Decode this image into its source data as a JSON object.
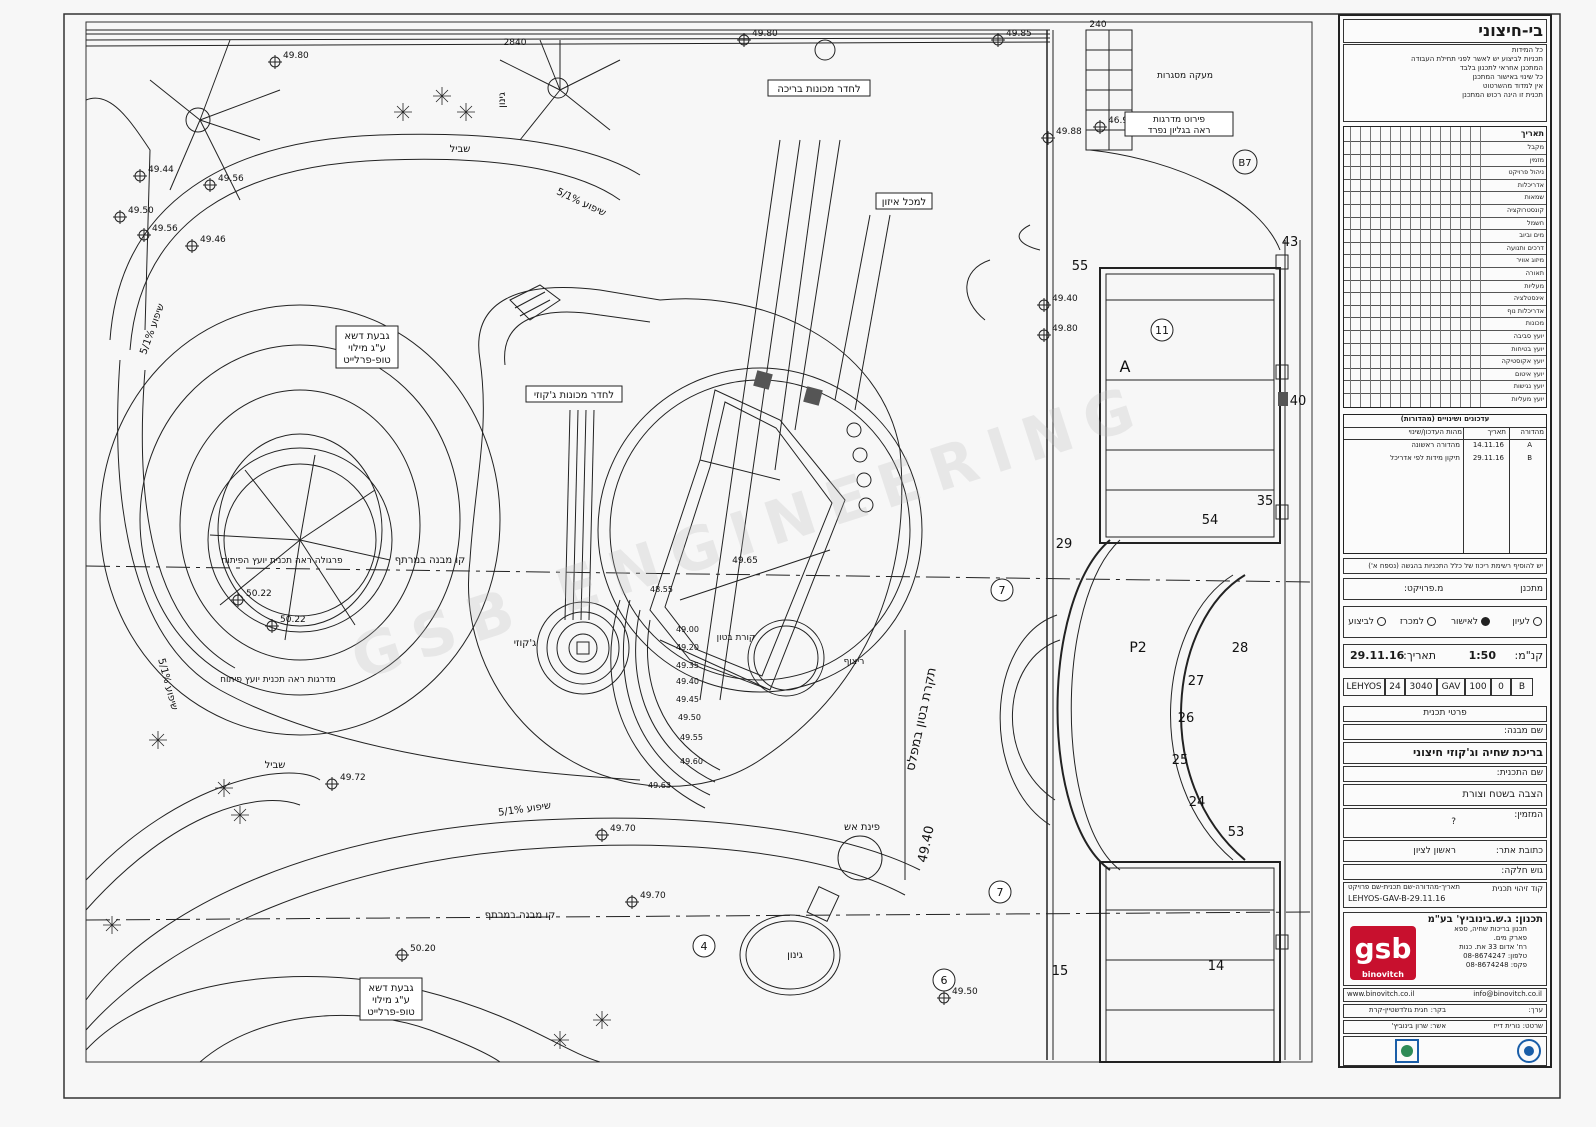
{
  "watermark": "GSB ENGINEERING",
  "plan": {
    "labels": {
      "pool_machine_room": "לחדר מכונות בריכה",
      "jacuzzi_machine_room": "לחדר מכונות ג'קוזי",
      "balance_tank": "למכל איזון",
      "garden_n": "גינון",
      "path_top": "שביל",
      "path_bottom": "שביל",
      "slope_1": "שיפוע 5/1%",
      "slope_2": "שיפוע 5/1%",
      "slope_3": "שיפוע 5/1%",
      "slope_4": "שיפוע 5/1%",
      "lawn_mound_1": [
        "גבעת דשא",
        "ע\"ג מילוי",
        "טופ-פרלייט"
      ],
      "lawn_mound_2": [
        "גבעת דשא",
        "ע\"ג מילוי",
        "טופ-פרלייט"
      ],
      "fire_corner": "פינת אש",
      "garden_s": "גינון",
      "building_line_1": "קו מבנה במרתף",
      "building_line_2": "קו מבנה במרתף",
      "stairs_detail": "מדרגות ראה תכנית יועץ פיתוח",
      "pergola_detail": "פרגולה ראה תכנית יועץ הפיתוח",
      "jacuzzi": "ג'קוזי",
      "concrete_step": "קורת בטון",
      "pavement": "ריצוף",
      "railing": "מעקה מסגרות",
      "stairs_detail_2": [
        "פירוט מדרגות",
        "ראה בגליון נפרד"
      ],
      "finish_title": "תקרת בטון במפלס",
      "elev_center": "49.65",
      "elev_finish": "49.40",
      "level_marks": [
        "49.80",
        "49.80",
        "49.85",
        "49.56",
        "49.46",
        "49.50",
        "49.44",
        "49.56",
        "50.22",
        "50.22",
        "49.72",
        "49.70",
        "50.20",
        "49.50",
        "49.70",
        "49.88",
        "46.90",
        "49.40",
        "49.80"
      ],
      "step_levels": [
        "48.55",
        "49.00",
        "49.20",
        "49.35",
        "49.40",
        "49.45",
        "49.50",
        "49.55",
        "49.60",
        "49.63"
      ],
      "zone_A": "A",
      "detail_b7": "B7",
      "detail_p2": "P2",
      "column_numbers": [
        "55",
        "43",
        "40",
        "35",
        "54",
        "29",
        "28",
        "27",
        "26",
        "25",
        "24",
        "53",
        "15",
        "14"
      ],
      "callouts": [
        "7",
        "7",
        "4",
        "6",
        "11"
      ],
      "dim_2840": "2840",
      "dim_240": "240"
    }
  },
  "titleblock": {
    "firm_header": "בי-חיצוני",
    "notes": [
      "כל המידות",
      "תכניות לביצוע יש לאשר לפני תחילת העבודה",
      "המתכנן אחראי לתכנון בלבד",
      "כל שינוי באישור המתכנן",
      "אין למדוד מהשרטוט",
      "תכנית זו הינה רכוש המתכנן"
    ],
    "disciplines_header": "תאריך",
    "disciplines": [
      "מקבל",
      "מזמין",
      "ניהול פרויקט",
      "אדריכלות",
      "שמאות",
      "קונסטרוקציה",
      "חשמל",
      "מים וביוב",
      "דרכים ותנועה",
      "מיזוג אוויר",
      "תאורה",
      "מעליות",
      "אינסטלציה",
      "אדריכלות נוף",
      "מכונות",
      "יועץ סביבה",
      "יועץ בטיחות",
      "יועץ אקוסטיקה",
      "יועץ איטום",
      "יועץ נגישות",
      "יועץ מעליות"
    ],
    "revisions_title": "עדכונים ושינויים (מהדורות)",
    "revisions_headers": [
      "מהדורה",
      "תאריך",
      "מהות העדכון/שינוי"
    ],
    "revisions": [
      {
        "rev": "A",
        "date": "14.11.16",
        "desc": "מהדורה ראשונה"
      },
      {
        "rev": "B",
        "date": "29.11.16",
        "desc": "תיקון מידות לפי אדריכל"
      }
    ],
    "warning": "יש להוסיף רשימת ריכוז של כלל התכניות בהגשה (נספח א')",
    "designer_label": "מתכנן",
    "project_mgr_label": "מ.פרויקט:",
    "status": [
      "לעיון",
      "לאישור",
      "למכרז",
      "לביצוע"
    ],
    "status_selected": "לאישור",
    "scale_label": "קנ\"מ:",
    "scale": "1:50",
    "date_label": "תאריך:",
    "date": "29.11.16",
    "code_cells": [
      "LEHYOS",
      "24",
      "3040",
      "GAV",
      "100",
      "0",
      "B"
    ],
    "plan_details_label": "פרטי תכנית",
    "building_name_label": "שם מבנה:",
    "building_name": "בריכת שחיה וג'קוזי חיצוני",
    "plan_name_label": "שם התכנית:",
    "plan_name": "הצבה בשטח וצורת",
    "client_label": "המזמין:",
    "client": "?",
    "site_label": "כתובת אתר:",
    "site": "ראשון לציון",
    "parcel_label": "גוש חלקה:",
    "file_label": "קוד זיהוי תכנית",
    "file_code": "LEHYOS-GAV-B-29.11.16",
    "file_pattern": "תאריך-מהדורה-שם תכנית-שם פרויקט",
    "company": "תכנון: ג.ש.בינוביץ' בע\"מ",
    "company_sub": [
      "תכנון בריכות שחיה, ספא",
      "פארק מים.",
      "רח' אדום 33 את. כנות",
      "טלפון: 08-8674247",
      "פקס: 08-8674248"
    ],
    "logo_text": "gsb",
    "logo_sub": "binovitch",
    "website": "www.binovitch.co.il",
    "email": "info@binovitch.co.il",
    "drawn_label": "ערך:",
    "checked_label": "בקר:",
    "checked_by": "חגית גולדשטיין-קרת",
    "approved_label": "שרטט:",
    "drawn_by": "נורית דייז",
    "approver_label": "אשר:",
    "approved_by": "שרון בינוביץ'"
  }
}
